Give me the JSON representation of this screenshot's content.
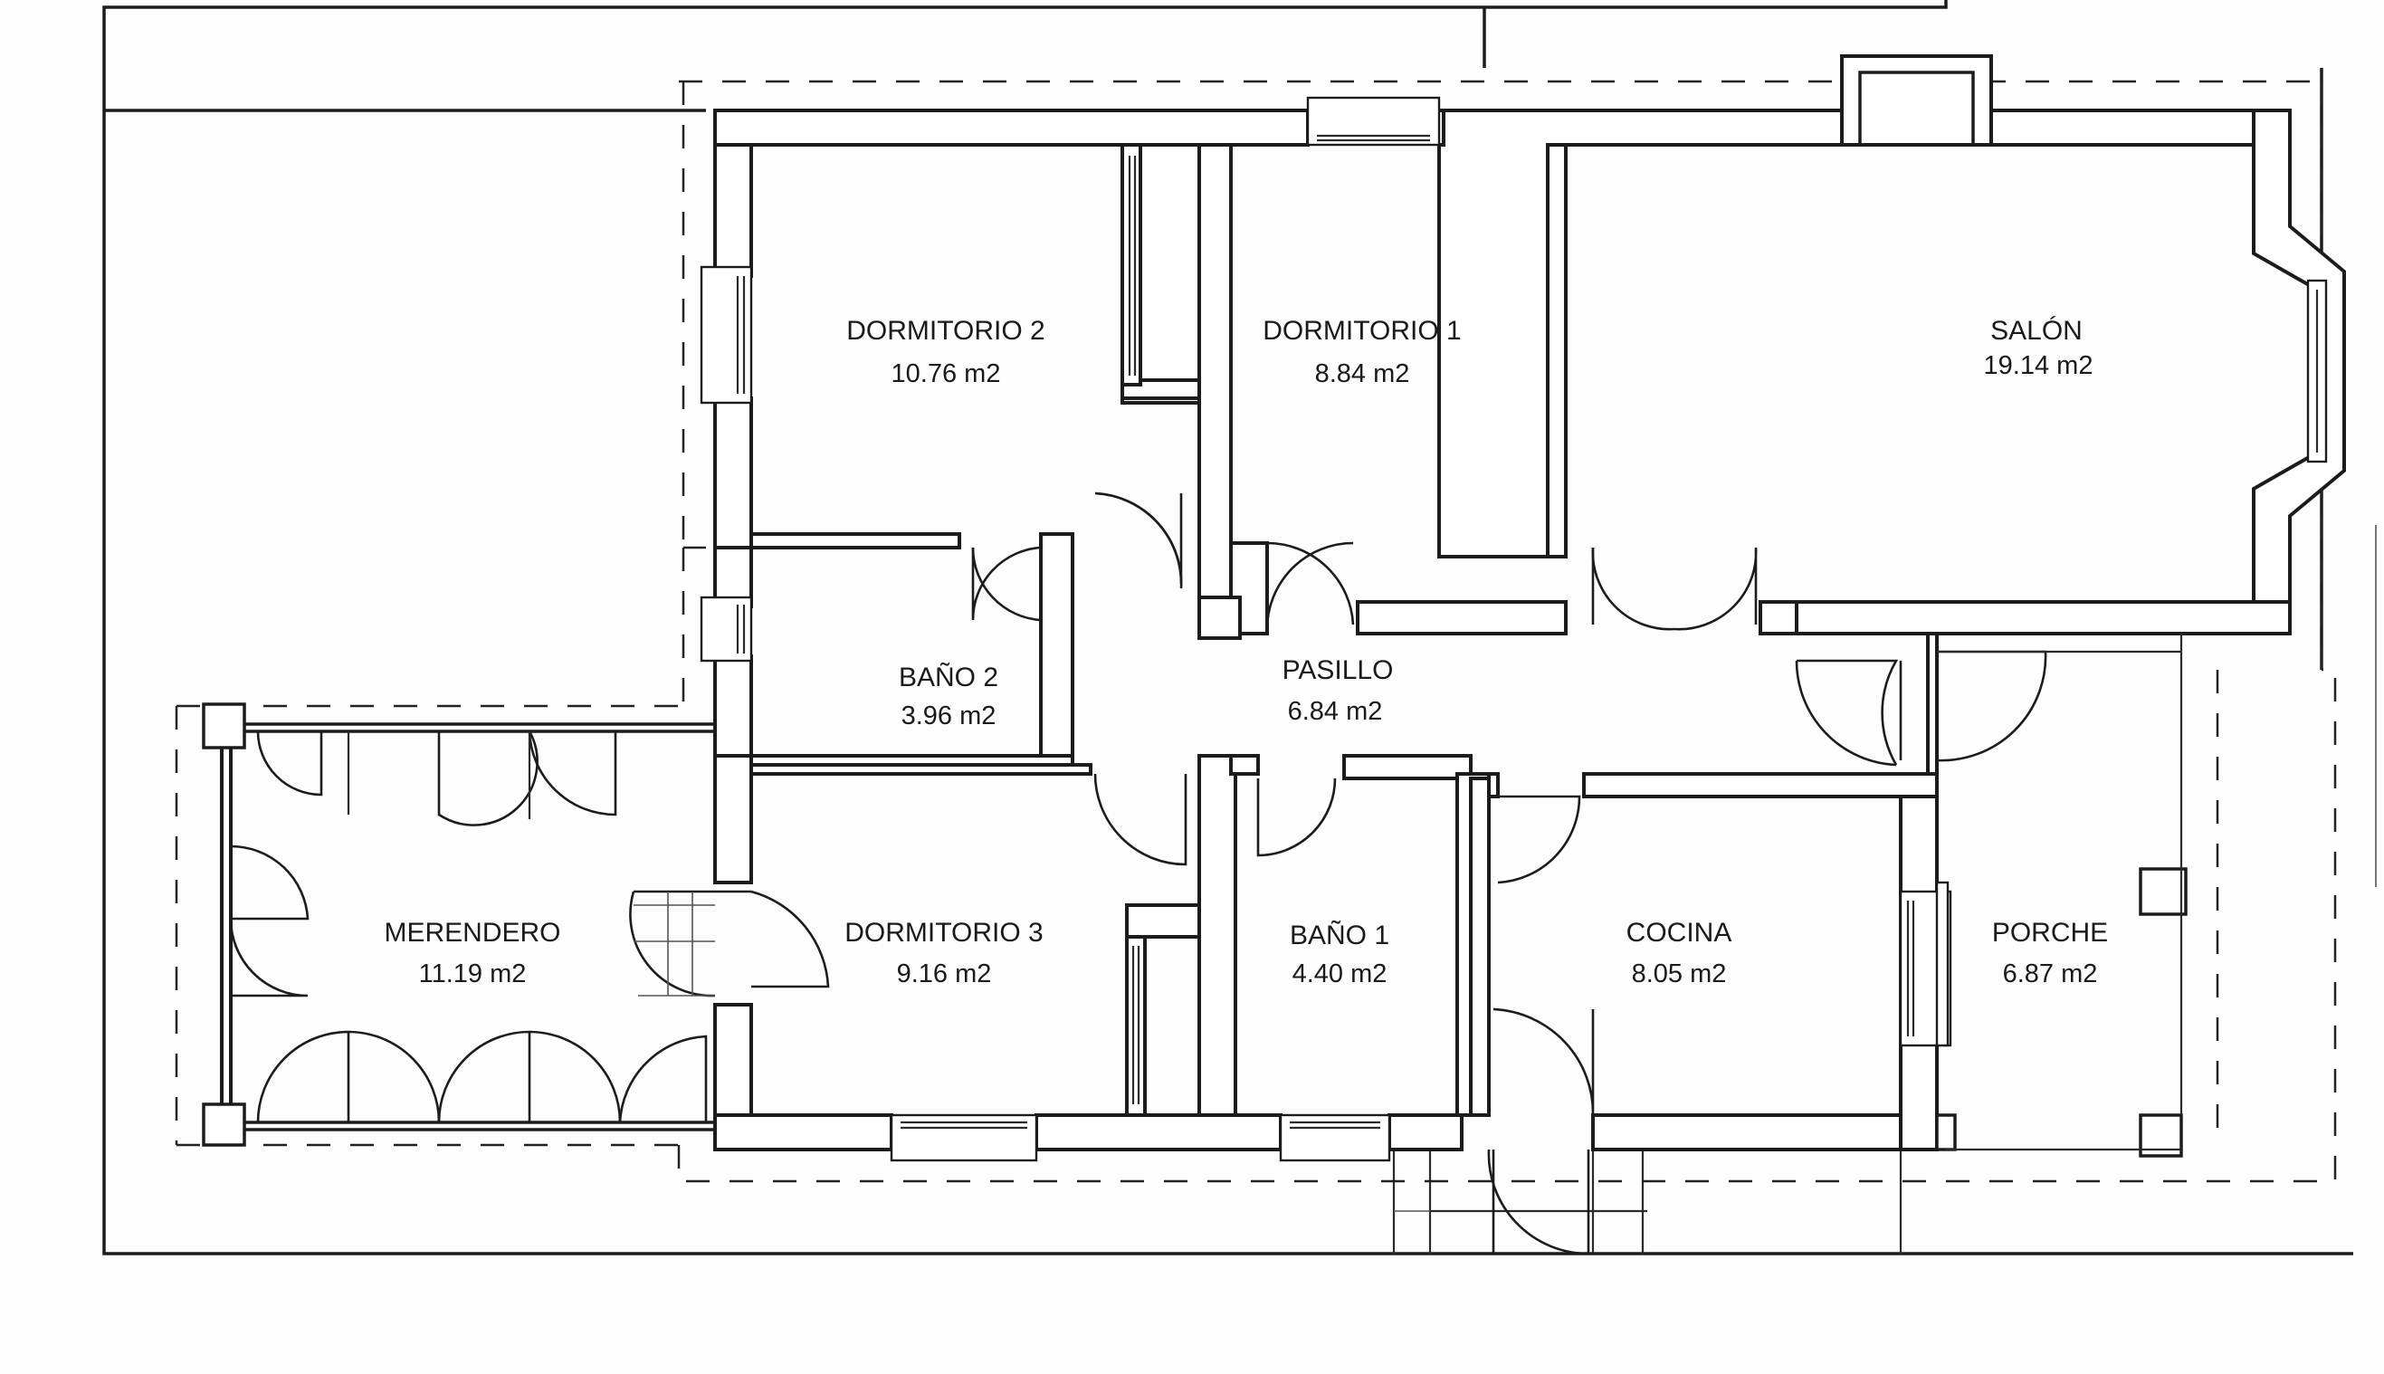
{
  "rooms": {
    "dormitorio2": {
      "name": "DORMITORIO 2",
      "area": "10.76 m2"
    },
    "dormitorio1": {
      "name": "DORMITORIO 1",
      "area": "8.84 m2"
    },
    "salon": {
      "name": "SALÓN",
      "area": "19.14 m2"
    },
    "bano2": {
      "name": "BAÑO 2",
      "area": "3.96 m2"
    },
    "pasillo": {
      "name": "PASILLO",
      "area": "6.84 m2"
    },
    "merendero": {
      "name": "MERENDERO",
      "area": "11.19 m2"
    },
    "dormitorio3": {
      "name": "DORMITORIO 3",
      "area": "9.16 m2"
    },
    "bano1": {
      "name": "BAÑO 1",
      "area": "4.40 m2"
    },
    "cocina": {
      "name": "COCINA",
      "area": "8.05 m2"
    },
    "porche": {
      "name": "PORCHE",
      "area": "6.87 m2"
    }
  },
  "colors": {
    "ink": "#1c1c1c",
    "paper": "#fdfdfd"
  }
}
